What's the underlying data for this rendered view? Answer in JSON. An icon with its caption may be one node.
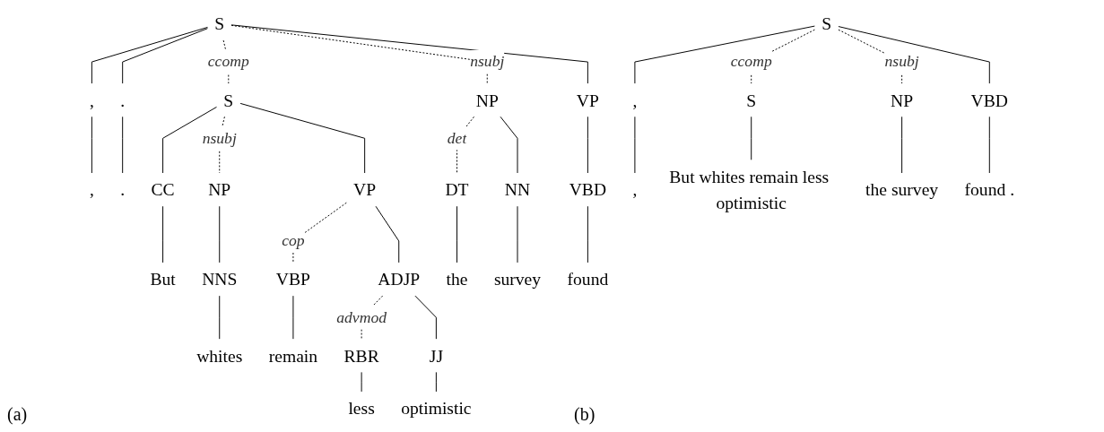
{
  "diagram": {
    "nodes": [
      {
        "text": [
          "S"
        ]
      },
      {
        "text": [
          "S"
        ]
      },
      {
        "text": [
          ","
        ]
      },
      {
        "text": [
          "NP"
        ]
      },
      {
        "text": [
          "VP"
        ]
      },
      {
        "text": [
          "."
        ]
      },
      {
        "text": [
          ","
        ]
      },
      {
        "text": [
          "."
        ]
      },
      {
        "text": [
          "CC"
        ]
      },
      {
        "text": [
          "NP"
        ]
      },
      {
        "text": [
          "VP"
        ]
      },
      {
        "text": [
          "DT"
        ]
      },
      {
        "text": [
          "NN"
        ]
      },
      {
        "text": [
          "VBD"
        ]
      },
      {
        "text": [
          "But"
        ]
      },
      {
        "text": [
          "NNS"
        ]
      },
      {
        "text": [
          "VBP"
        ]
      },
      {
        "text": [
          "ADJP"
        ]
      },
      {
        "text": [
          "the"
        ]
      },
      {
        "text": [
          "survey"
        ]
      },
      {
        "text": [
          "found"
        ]
      },
      {
        "text": [
          "whites"
        ]
      },
      {
        "text": [
          "remain"
        ]
      },
      {
        "text": [
          "RBR"
        ]
      },
      {
        "text": [
          "JJ"
        ]
      },
      {
        "text": [
          "less"
        ]
      },
      {
        "text": [
          "optimistic"
        ]
      },
      {
        "text": [
          "S"
        ]
      },
      {
        "text": [
          "S"
        ]
      },
      {
        "text": [
          ","
        ]
      },
      {
        "text": [
          "NP"
        ]
      },
      {
        "text": [
          "VBD"
        ]
      },
      {
        "text": [
          ","
        ]
      },
      {
        "text": [
          "But whites remain less optimistic"
        ]
      },
      {
        "text": [
          "the survey"
        ]
      },
      {
        "text": [
          "found ."
        ]
      }
    ],
    "edges": [
      {
        "from": 0,
        "to": 1,
        "arrow": "none",
        "style": "dashed",
        "label": "ccomp"
      },
      {
        "from": 0,
        "to": 2,
        "arrow": "none"
      },
      {
        "from": 0,
        "to": 3,
        "arrow": "none",
        "style": "dashed",
        "label": "nsubj"
      },
      {
        "from": 0,
        "to": 4,
        "arrow": "none"
      },
      {
        "from": 0,
        "to": 5,
        "arrow": "none"
      },
      {
        "from": 2,
        "to": 6,
        "arrow": "none"
      },
      {
        "from": 5,
        "to": 7,
        "arrow": "none"
      },
      {
        "from": 1,
        "to": 8,
        "arrow": "none"
      },
      {
        "from": 1,
        "to": 9,
        "arrow": "none",
        "style": "dashed",
        "label": "nsubj"
      },
      {
        "from": 1,
        "to": 10,
        "arrow": "none"
      },
      {
        "from": 3,
        "to": 11,
        "arrow": "none",
        "style": "dashed",
        "label": "det"
      },
      {
        "from": 3,
        "to": 12,
        "arrow": "none"
      },
      {
        "from": 4,
        "to": 13,
        "arrow": "none"
      },
      {
        "from": 8,
        "to": 14,
        "arrow": "none"
      },
      {
        "from": 9,
        "to": 15,
        "arrow": "none"
      },
      {
        "from": 10,
        "to": 16,
        "arrow": "none",
        "style": "dashed",
        "label": "cop"
      },
      {
        "from": 10,
        "to": 17,
        "arrow": "none"
      },
      {
        "from": 11,
        "to": 18,
        "arrow": "none"
      },
      {
        "from": 12,
        "to": 19,
        "arrow": "none"
      },
      {
        "from": 13,
        "to": 20,
        "arrow": "none"
      },
      {
        "from": 15,
        "to": 21,
        "arrow": "none"
      },
      {
        "from": 16,
        "to": 22,
        "arrow": "none"
      },
      {
        "from": 17,
        "to": 23,
        "arrow": "none",
        "style": "dashed",
        "label": "advmod"
      },
      {
        "from": 17,
        "to": 24,
        "arrow": "none"
      },
      {
        "from": 23,
        "to": 25,
        "arrow": "none"
      },
      {
        "from": 24,
        "to": 26,
        "arrow": "none"
      },
      {
        "from": 27,
        "to": 28,
        "arrow": "none",
        "style": "dashed",
        "label": "ccomp"
      },
      {
        "from": 27,
        "to": 29,
        "arrow": "none"
      },
      {
        "from": 27,
        "to": 30,
        "arrow": "none",
        "style": "dashed",
        "label": "nsubj"
      },
      {
        "from": 27,
        "to": 31,
        "arrow": "none"
      },
      {
        "from": 29,
        "to": 32,
        "arrow": "none"
      },
      {
        "from": 28,
        "to": 33,
        "arrow": "none"
      },
      {
        "from": 30,
        "to": 34,
        "arrow": "none"
      },
      {
        "from": 31,
        "to": 35,
        "arrow": "none"
      }
    ],
    "labels": [
      "(a)",
      "(b)"
    ]
  }
}
